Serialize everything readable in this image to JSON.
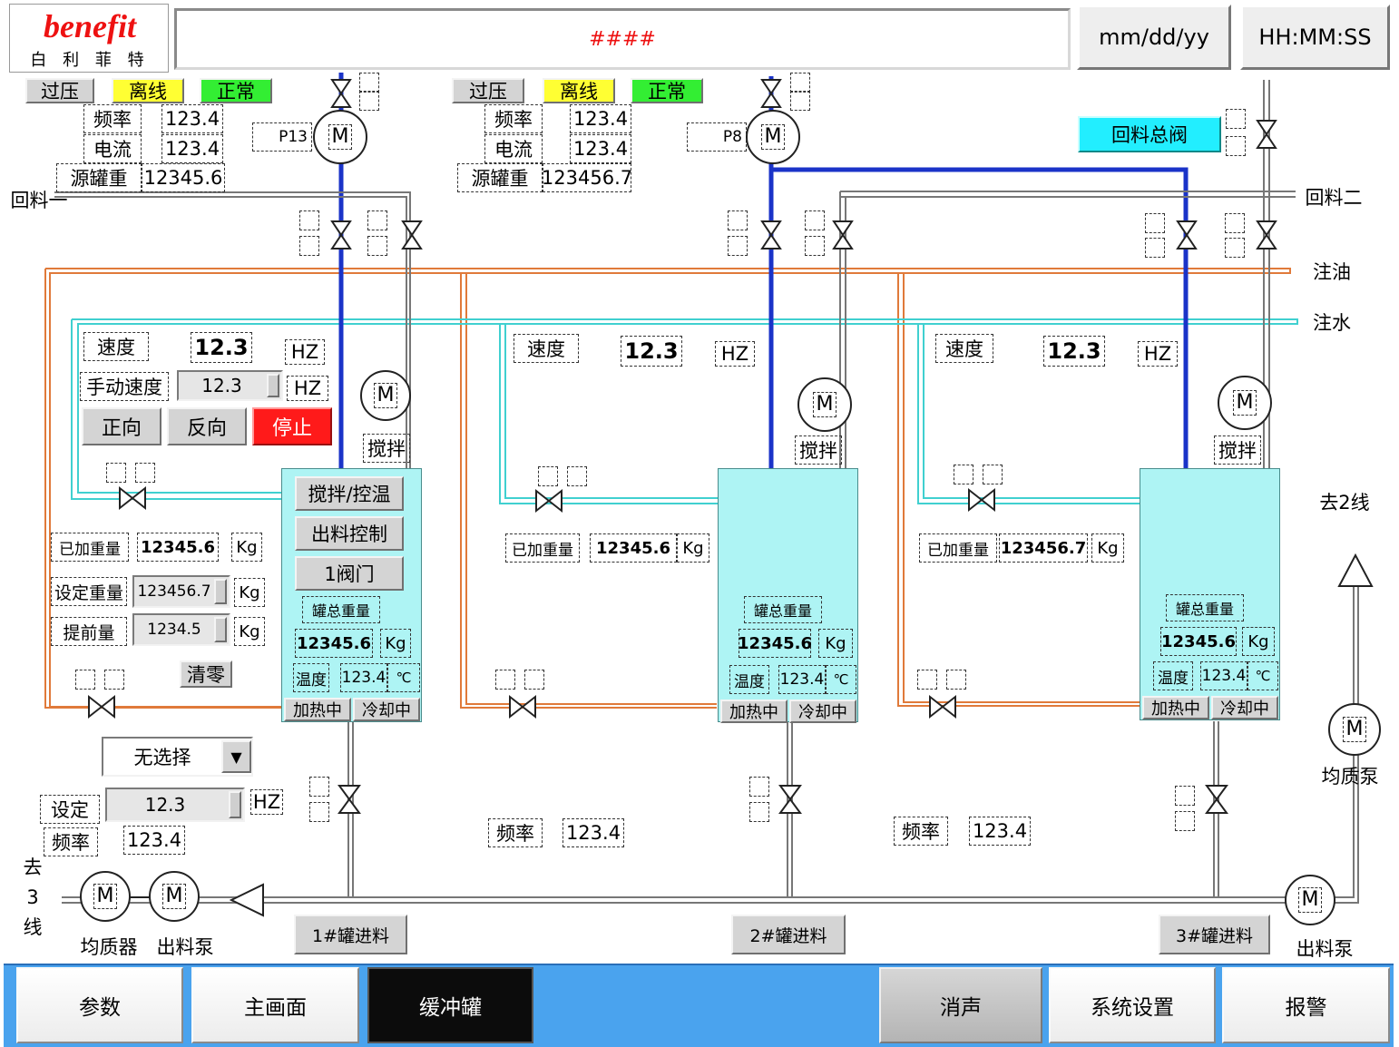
{
  "header": {
    "logo_text": "benefit",
    "logo_sub": "白 利 菲 特",
    "message": "####",
    "date": "mm/dd/yy",
    "time": "HH:MM:SS"
  },
  "pump_left": {
    "overpressure": "过压",
    "offline": "离线",
    "normal": "正常",
    "freq_label": "频率",
    "freq_value": "123.4",
    "current_label": "电流",
    "current_value": "123.4",
    "source_weight_label": "源罐重",
    "source_weight_value": "12345.6",
    "pump_tag": "P13",
    "return_label": "回料一"
  },
  "pump_right": {
    "overpressure": "过压",
    "offline": "离线",
    "normal": "正常",
    "freq_label": "频率",
    "freq_value": "123.4",
    "current_label": "电流",
    "current_value": "123.4",
    "source_weight_label": "源罐重",
    "source_weight_value": "123456.7",
    "pump_tag": "P8"
  },
  "return_main_valve": "回料总阀",
  "line_labels": {
    "return2": "回料二",
    "oil": "注油",
    "water": "注水",
    "to_line2": "去2线",
    "homogenizer_pump": "均质泵",
    "to_line3": [
      "去",
      "3",
      "线"
    ],
    "homogenizer": "均质器",
    "discharge_pump_left": "出料泵",
    "discharge_pump_right": "出料泵"
  },
  "motor_label": "M",
  "tank1": {
    "speed_label": "速度",
    "speed_value": "12.3",
    "speed_unit": "HZ",
    "manual_speed_label": "手动速度",
    "manual_speed_value": "12.3",
    "manual_speed_unit": "HZ",
    "forward": "正向",
    "reverse": "反向",
    "stop": "停止",
    "stir": "搅拌",
    "btn_stir_temp": "搅拌/控温",
    "btn_discharge": "出料控制",
    "btn_valve": "1阀门",
    "added_weight_label": "已加重量",
    "added_weight_value": "12345.6",
    "set_weight_label": "设定重量",
    "set_weight_value": "123456.7",
    "advance_label": "提前量",
    "advance_value": "1234.5",
    "kg": "Kg",
    "clear": "清零",
    "total_weight_label": "罐总重量",
    "total_weight_value": "12345.6",
    "temp_label": "温度",
    "temp_value": "123.4",
    "temp_unit": "℃",
    "heating": "加热中",
    "cooling": "冷却中",
    "feed": "1#罐进料"
  },
  "tank2": {
    "speed_label": "速度",
    "speed_value": "12.3",
    "speed_unit": "HZ",
    "stir": "搅拌",
    "added_weight_label": "已加重量",
    "added_weight_value": "12345.6",
    "kg": "Kg",
    "total_weight_label": "罐总重量",
    "total_weight_value": "12345.6",
    "temp_label": "温度",
    "temp_value": "123.4",
    "temp_unit": "℃",
    "heating": "加热中",
    "cooling": "冷却中",
    "freq_label": "频率",
    "freq_value": "123.4",
    "feed": "2#罐进料"
  },
  "tank3": {
    "speed_label": "速度",
    "speed_value": "12.3",
    "speed_unit": "HZ",
    "stir": "搅拌",
    "added_weight_label": "已加重量",
    "added_weight_value": "123456.7",
    "kg": "Kg",
    "total_weight_label": "罐总重量",
    "total_weight_value": "12345.6",
    "temp_label": "温度",
    "temp_value": "123.4",
    "temp_unit": "℃",
    "heating": "加热中",
    "cooling": "冷却中",
    "freq_label": "频率",
    "freq_value": "123.4",
    "feed": "3#罐进料"
  },
  "homogenizer_ctrl": {
    "select_value": "无选择",
    "set_label": "设定",
    "set_value": "12.3",
    "set_unit": "HZ",
    "freq_label": "频率",
    "freq_value": "123.4"
  },
  "nav": {
    "params": "参数",
    "main": "主画面",
    "buffer": "缓冲罐",
    "mute": "消声",
    "settings": "系统设置",
    "alarm": "报警"
  },
  "colors": {
    "oil_pipe": "#e07a3a",
    "water_pipe": "#40d0d0",
    "material_pipe": "#1a33c8",
    "tank_fill": "#aef4f4",
    "stop_button": "#ff1a1a",
    "offline_badge": "#ffff33",
    "normal_badge": "#33ee33",
    "return_valve_button": "#22eeff",
    "nav_bar": "#4aa3ee"
  }
}
